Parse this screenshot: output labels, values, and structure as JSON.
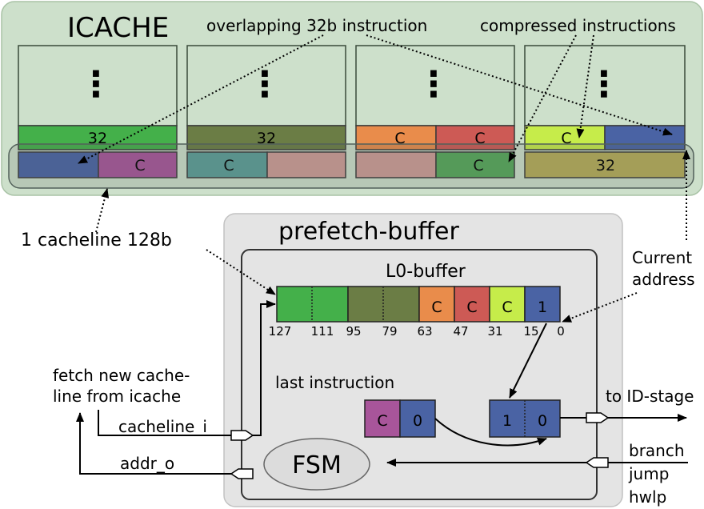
{
  "icache": {
    "title": "ICACHE",
    "overlap_label": "overlapping 32b instruction",
    "compressed_label": "compressed instructions",
    "dots": "⋮",
    "row1": [
      "32",
      "32",
      "C",
      "C",
      "C",
      ""
    ],
    "row2": [
      "",
      "C",
      "C",
      "",
      "",
      "C",
      "32"
    ]
  },
  "cacheline_label": "1 cacheline 128b",
  "prefetch": {
    "title": "prefetch-buffer",
    "l0_title": "L0-buffer",
    "l0_cells": [
      "",
      "",
      "C",
      "C",
      "C",
      "1"
    ],
    "l0_ticks": [
      "127",
      "111",
      "95",
      "79",
      "63",
      "47",
      "31",
      "15",
      "0"
    ],
    "last_instruction_label": "last instruction",
    "last_cells": [
      "C",
      "0"
    ],
    "out_cells": [
      "1",
      "0"
    ],
    "fsm_label": "FSM"
  },
  "signals": {
    "fetch_new_line1": "fetch new cache-",
    "fetch_new_line2": "line from icache",
    "cacheline_i": "cacheline_i",
    "addr_o": "addr_o",
    "current_address_line1": "Current",
    "current_address_line2": "address",
    "to_id_stage": "to ID-stage",
    "branch": "branch",
    "jump": "jump",
    "hwlp": "hwlp"
  },
  "colors": {
    "icache_bg": "#cde0cb",
    "prefetch_bg": "#e4e4e4",
    "green": "#44b04a",
    "olive": "#6b7d45",
    "orange": "#e98c4b",
    "red": "#cd5a55",
    "lime": "#c6ec4a",
    "blue": "#4a63a4",
    "purple": "#a8559a",
    "teal": "#5c9e98",
    "pink": "#cf9d96",
    "green2": "#56a85a",
    "khaki": "#b6ac58"
  }
}
